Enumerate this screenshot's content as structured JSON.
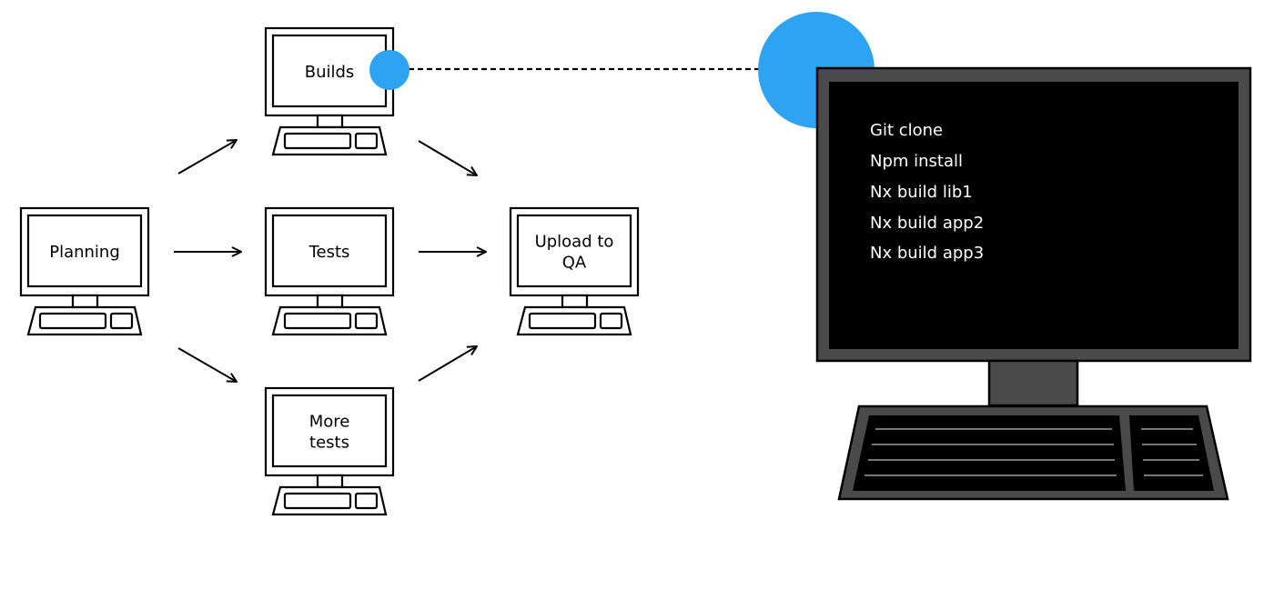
{
  "colors": {
    "accent": "#2ea3f2",
    "screen": "#000000",
    "monitor_body": "#4a4a4a",
    "outline": "#000000",
    "background": "#ffffff",
    "terminal_text": "#ffffff"
  },
  "pipeline": {
    "planning": {
      "lines": [
        "Planning"
      ]
    },
    "builds": {
      "lines": [
        "Builds"
      ]
    },
    "tests": {
      "lines": [
        "Tests"
      ]
    },
    "more_tests": {
      "lines": [
        "More",
        "tests"
      ]
    },
    "upload": {
      "lines": [
        "Upload to",
        "QA"
      ]
    }
  },
  "terminal": {
    "lines": [
      "Git clone",
      "Npm install",
      "Nx build lib1",
      "Nx build app2",
      "Nx build app3"
    ]
  }
}
